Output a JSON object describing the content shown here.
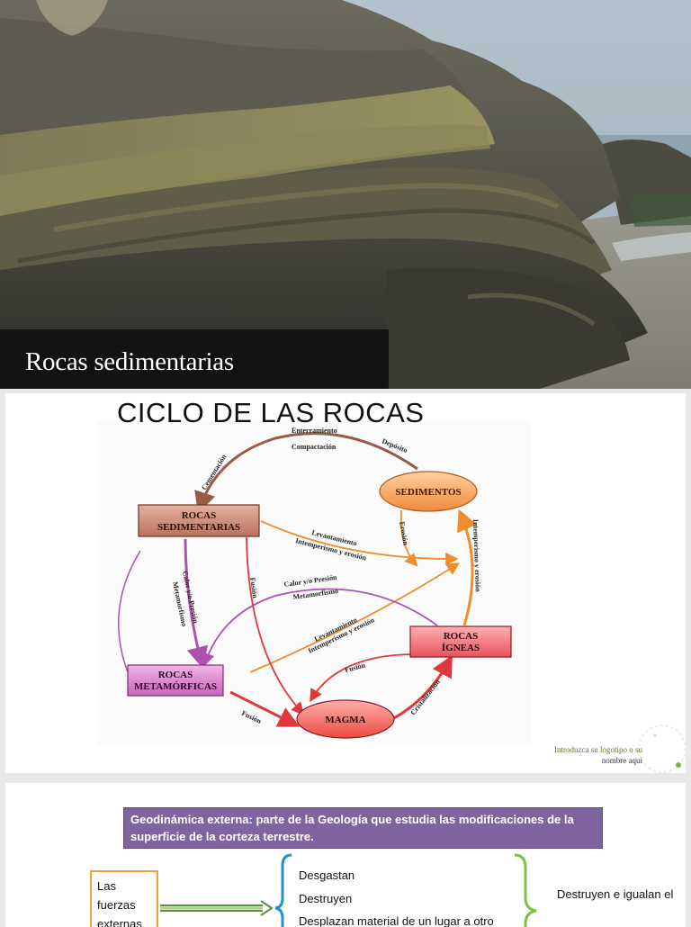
{
  "slide1": {
    "title": "Rocas sedimentarias"
  },
  "slide2": {
    "title": "CICLO DE LAS ROCAS",
    "nodes": {
      "sedimentos": "SEDIMENTOS",
      "rocas_sed_1": "ROCAS",
      "rocas_sed_2": "SEDIMENTARIAS",
      "rocas_met_1": "ROCAS",
      "rocas_met_2": "METAMÓRFICAS",
      "rocas_ign_1": "ROCAS",
      "rocas_ign_2": "ÍGNEAS",
      "magma": "MAGMA"
    },
    "labels": {
      "enterramiento": "Enterramiento",
      "compactacion": "Compactación",
      "deposito": "Depósito",
      "cementacion": "Cementación",
      "erosion": "Erosión",
      "levantamiento1": "Levantamiento",
      "intemperismo1": "Intemperismo y erosión",
      "intemperismo_ign": "Intemperismo y erosión",
      "calor1": "Calor y/o Presión",
      "metamorfismo1": "Metamorfismo",
      "fusion_sed": "Fusión",
      "calor2": "Calor y/o Presión",
      "metamorfismo2": "Metamorfismo",
      "levantamiento2": "Levantamiento",
      "intemperismo2": "Intemperismo y erosión",
      "fusion_ign": "Fusión",
      "fusion_met": "Fusión",
      "cristalizacion": "Cristalización"
    },
    "logo": {
      "line1": "Introduzca su logotipo o su",
      "line2": "nombre aquí"
    }
  },
  "slide3": {
    "definition": "Geodinámica externa: parte de la Geología que estudia las modificaciones de la superficie de la corteza terrestre.",
    "forces": "Las fuerzas externas destruyen",
    "verbs": [
      "Desgastan",
      "Destruyen",
      "Desplazan material de un lugar a otro"
    ],
    "result": "Destruyen e igualan el"
  },
  "colors": {
    "purple": "#8064a2",
    "orange_border": "#f2a13d",
    "bracket_blue": "#1f8fd6",
    "bracket_green": "#7cc242",
    "arrow_green": "#5a8f3c"
  }
}
